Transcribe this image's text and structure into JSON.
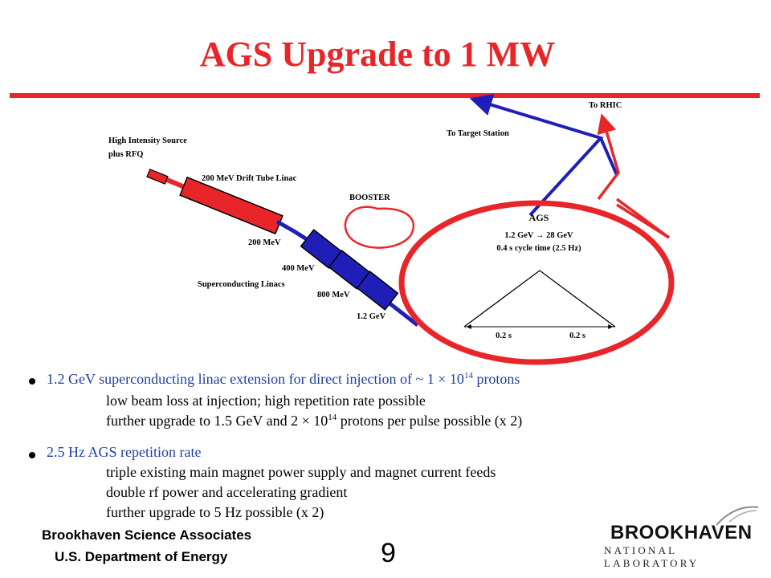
{
  "title": "AGS Upgrade to 1 MW",
  "colors": {
    "accent": "#e8262a",
    "beamline_blue": "#1f1fb8",
    "text_blue": "#1f3fa5"
  },
  "diagram": {
    "labels": {
      "to_rhic": "To RHIC",
      "to_target": "To Target Station",
      "source_line1": "High Intensity Source",
      "source_line2": "plus RFQ",
      "dtl": "200 MeV Drift Tube Linac",
      "booster": "BOOSTER",
      "mev200": "200 MeV",
      "mev400": "400 MeV",
      "sc_linacs": "Superconducting Linacs",
      "mev800": "800 MeV",
      "gev12": "1.2 GeV",
      "ags": "AGS",
      "ags_energy": "1.2 GeV → 28 GeV",
      "ags_cycle": "0.4 s cycle time (2.5 Hz)",
      "ramp_up": "0.2 s",
      "ramp_down": "0.2 s"
    }
  },
  "bullets": [
    {
      "head_pre": "1.2 GeV superconducting linac extension for direct injection of  ~ 1 × 10",
      "head_sup": "14",
      "head_post": " protons",
      "sub1": "low beam loss at injection; high repetition rate possible",
      "sub2_pre": "further upgrade to 1.5 GeV and 2 × 10",
      "sub2_sup": "14",
      "sub2_post": " protons per pulse possible (x 2)"
    },
    {
      "head": "2.5 Hz AGS repetition rate",
      "sub1": "triple existing main magnet power supply and magnet current feeds",
      "sub2": "double rf power and accelerating  gradient",
      "sub3": "further upgrade to 5 Hz possible (x 2)"
    }
  ],
  "footer": {
    "org1": "Brookhaven Science Associates",
    "org2": "U.S. Department of Energy",
    "page": "9",
    "logo_main": "BROOKHAVEN",
    "logo_sub": "NATIONAL LABORATORY"
  }
}
